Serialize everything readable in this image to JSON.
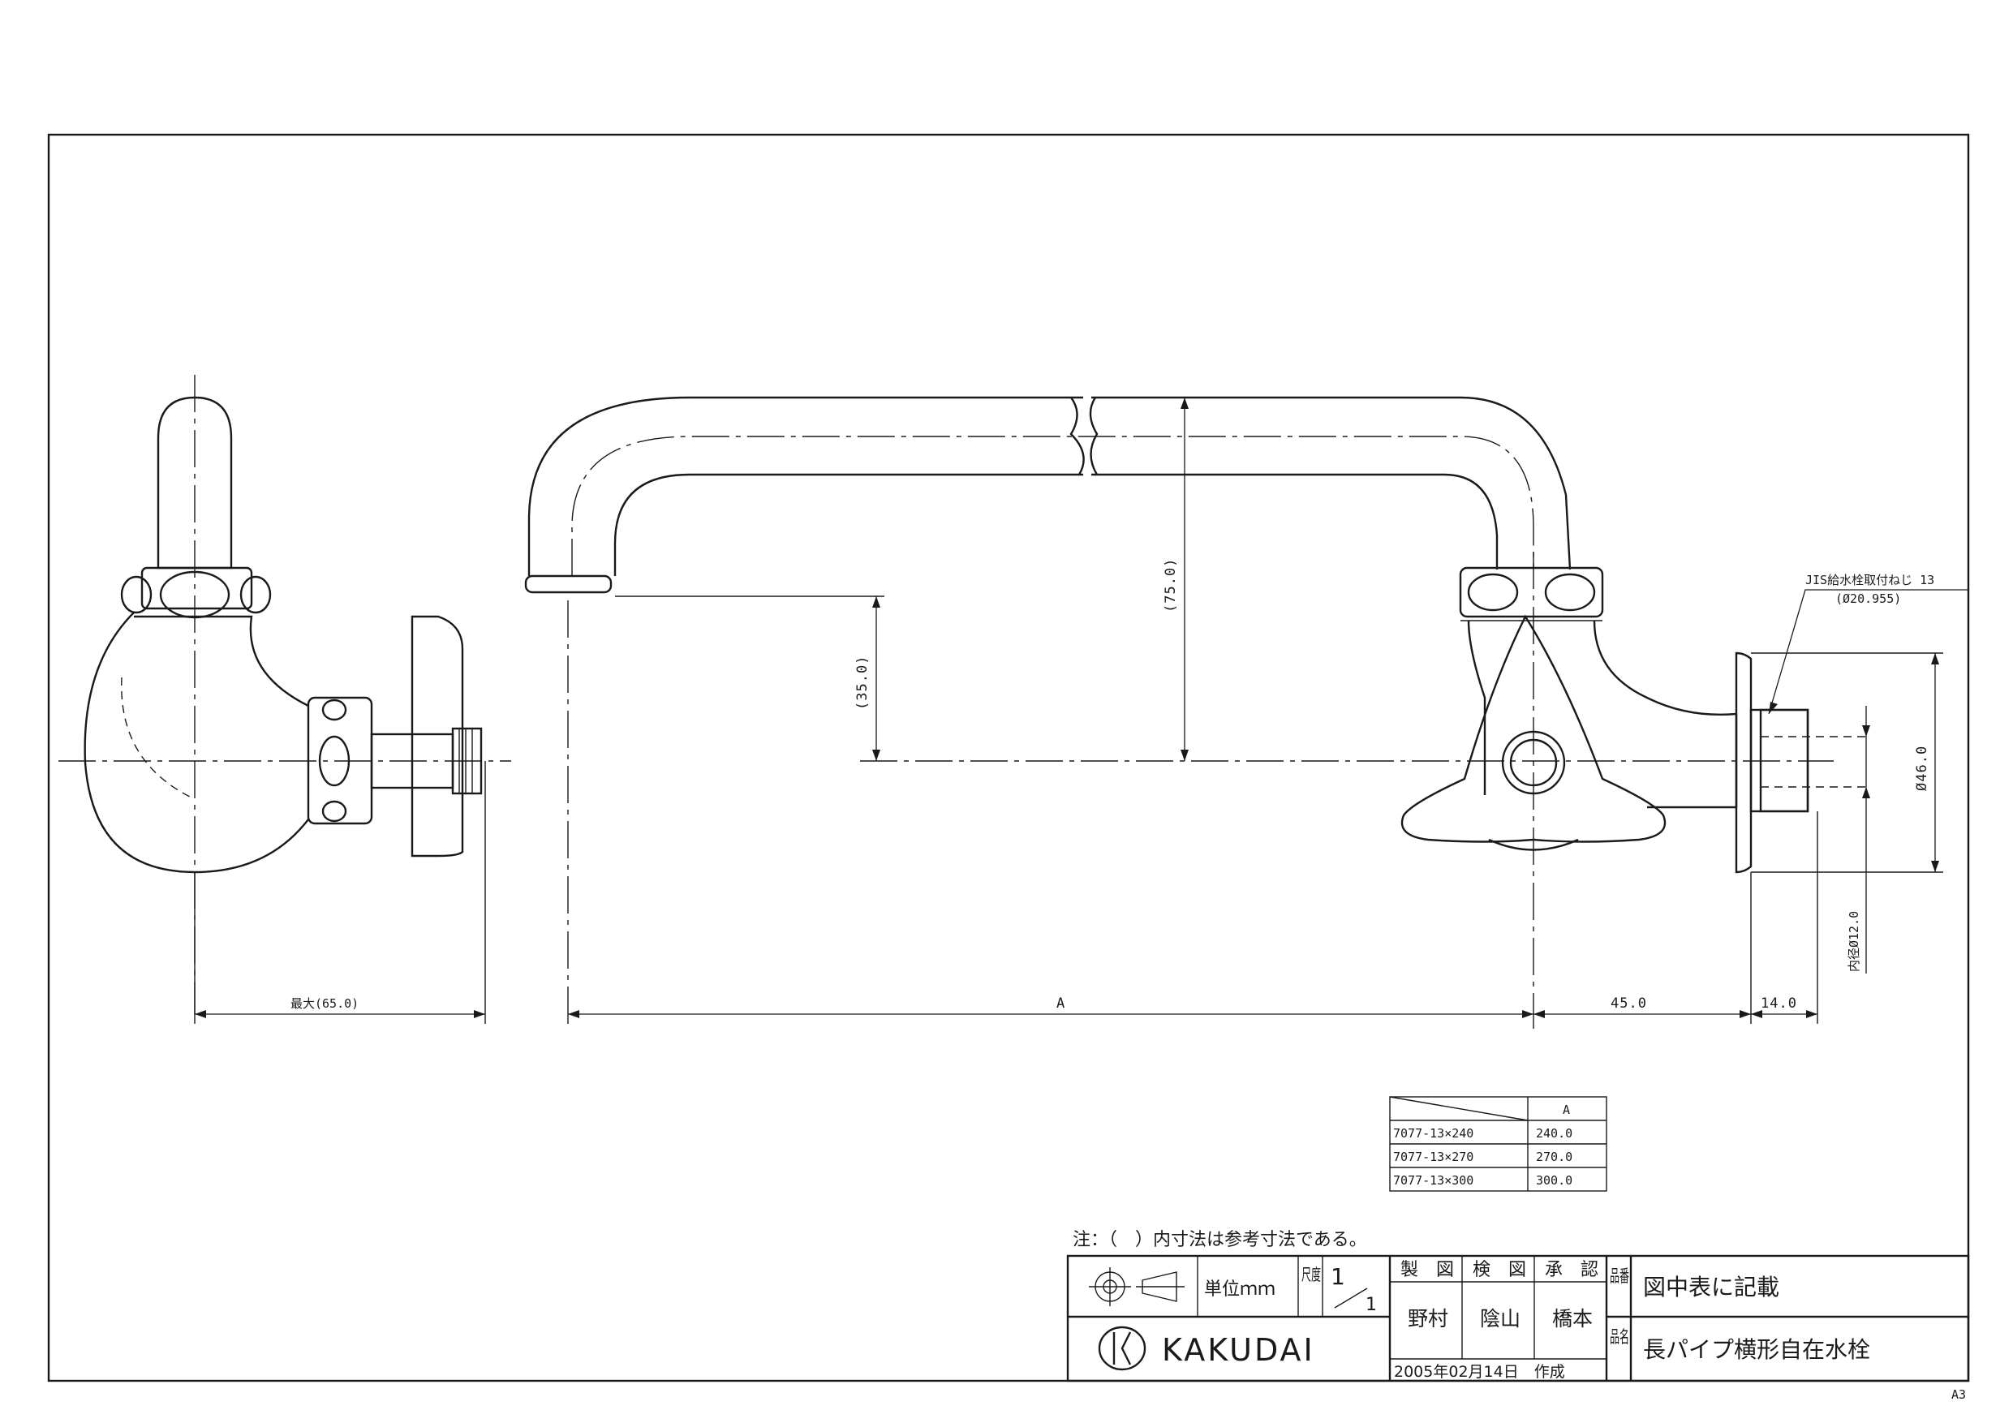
{
  "title_block": {
    "note": "注：（　）内寸法は参考寸法である。",
    "unit_label": "単位ｍｍ",
    "scale_label": "尺度",
    "scale_num": "1",
    "scale_den": "1",
    "drawn_label": "製　図",
    "checked_label": "検　図",
    "approved_label": "承　認",
    "drawn_name": "野村",
    "checked_name": "陰山",
    "approved_name": "橋本",
    "date": "2005年02月14日　作成",
    "number_label": "品番",
    "number_value": "図中表に記載",
    "name_label": "品名",
    "name_value": "長パイプ横形自在水栓",
    "company": "KAKUDAI",
    "sheet_size": "A3"
  },
  "dimensions": {
    "side_width": "最大(65.0)",
    "length_a": "A",
    "body_45": "45.0",
    "thread_14": "14.0",
    "spout_height_35": "(35.0)",
    "pipe_height_75": "(75.0)",
    "flange_dia": "Ø46.0",
    "inner_dia": "内径Ø12.0",
    "thread_note_1": "JIS給水栓取付ねじ 13",
    "thread_note_2": "(Ø20.955)"
  },
  "model_table": {
    "header": "A",
    "rows": [
      {
        "model": "7077-13×240",
        "a": "240.0"
      },
      {
        "model": "7077-13×270",
        "a": "270.0"
      },
      {
        "model": "7077-13×300",
        "a": "300.0"
      }
    ]
  }
}
